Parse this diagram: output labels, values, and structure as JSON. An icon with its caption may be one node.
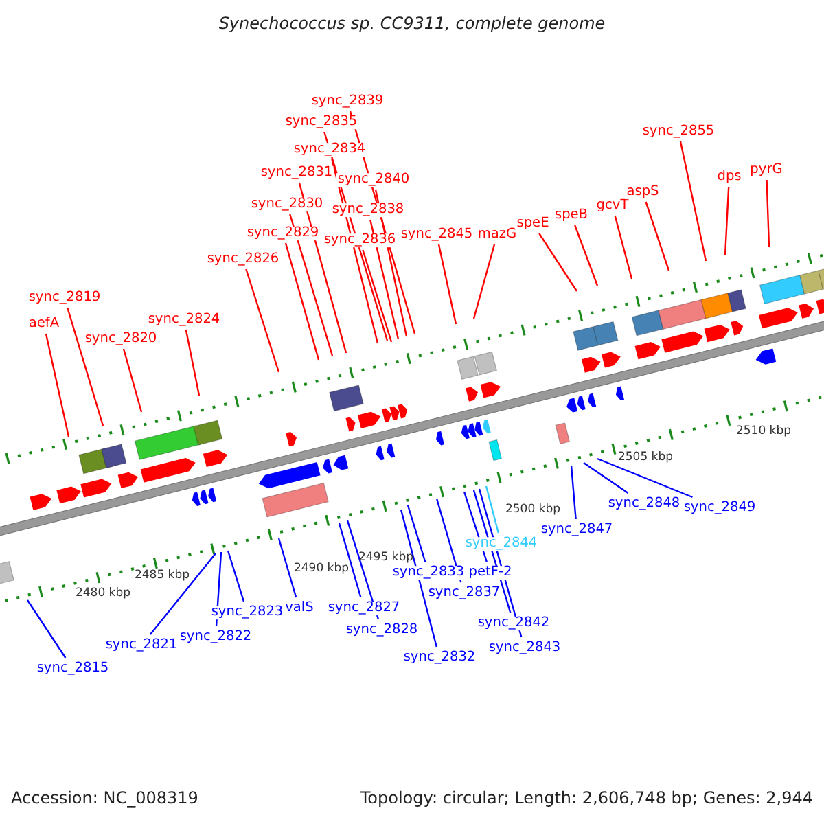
{
  "diagram": {
    "title": "Synechococcus sp. CC9311, complete genome",
    "nodes": [
      {
        "text": [
          "aefA"
        ]
      },
      {
        "text": [
          "sync_2819"
        ]
      },
      {
        "text": [
          "sync_2820"
        ]
      },
      {
        "text": [
          "sync_2824"
        ]
      },
      {
        "text": [
          "sync_2826"
        ]
      },
      {
        "text": [
          "sync_2829"
        ]
      },
      {
        "text": [
          "sync_2830"
        ]
      },
      {
        "text": [
          "sync_2831"
        ]
      },
      {
        "text": [
          "sync_2834"
        ]
      },
      {
        "text": [
          "sync_2835"
        ]
      },
      {
        "text": [
          "sync_2839"
        ]
      },
      {
        "text": [
          "sync_2836"
        ]
      },
      {
        "text": [
          "sync_2838"
        ]
      },
      {
        "text": [
          "sync_2840"
        ]
      },
      {
        "text": [
          "sync_2845"
        ]
      },
      {
        "text": [
          "mazG"
        ]
      },
      {
        "text": [
          "speE"
        ]
      },
      {
        "text": [
          "speB"
        ]
      },
      {
        "text": [
          "gcvT"
        ]
      },
      {
        "text": [
          "aspS"
        ]
      },
      {
        "text": [
          "sync_2855"
        ]
      },
      {
        "text": [
          "dps"
        ]
      },
      {
        "text": [
          "pyrG"
        ]
      },
      {
        "text": [
          "sync_2815"
        ]
      },
      {
        "text": [
          "sync_2821"
        ]
      },
      {
        "text": [
          "sync_2822"
        ]
      },
      {
        "text": [
          "sync_2823"
        ]
      },
      {
        "text": [
          "valS"
        ]
      },
      {
        "text": [
          "sync_2827"
        ]
      },
      {
        "text": [
          "sync_2828"
        ]
      },
      {
        "text": [
          "sync_2833"
        ]
      },
      {
        "text": [
          "sync_2832"
        ]
      },
      {
        "text": [
          "sync_2837"
        ]
      },
      {
        "text": [
          "petF-2"
        ]
      },
      {
        "text": [
          "sync_2844"
        ]
      },
      {
        "text": [
          "sync_2842"
        ]
      },
      {
        "text": [
          "sync_2843"
        ]
      },
      {
        "text": [
          "sync_2847"
        ]
      },
      {
        "text": [
          "sync_2848"
        ]
      },
      {
        "text": [
          "sync_2849"
        ]
      }
    ],
    "edges": [
      {
        "from": 0,
        "to": null,
        "arrow": "none"
      },
      {
        "from": 1,
        "to": null,
        "arrow": "none"
      },
      {
        "from": 2,
        "to": null,
        "arrow": "none"
      },
      {
        "from": 3,
        "to": null,
        "arrow": "none"
      },
      {
        "from": 4,
        "to": null,
        "arrow": "none"
      },
      {
        "from": 5,
        "to": null,
        "arrow": "none"
      },
      {
        "from": 6,
        "to": null,
        "arrow": "none"
      },
      {
        "from": 7,
        "to": null,
        "arrow": "none"
      },
      {
        "from": 8,
        "to": null,
        "arrow": "none"
      },
      {
        "from": 9,
        "to": null,
        "arrow": "none"
      },
      {
        "from": 10,
        "to": null,
        "arrow": "none"
      },
      {
        "from": 11,
        "to": null,
        "arrow": "none"
      },
      {
        "from": 12,
        "to": null,
        "arrow": "none"
      },
      {
        "from": 13,
        "to": null,
        "arrow": "none"
      },
      {
        "from": 14,
        "to": null,
        "arrow": "none"
      },
      {
        "from": 15,
        "to": null,
        "arrow": "none"
      },
      {
        "from": 16,
        "to": null,
        "arrow": "none"
      },
      {
        "from": 17,
        "to": null,
        "arrow": "none"
      },
      {
        "from": 18,
        "to": null,
        "arrow": "none"
      },
      {
        "from": 19,
        "to": null,
        "arrow": "none"
      },
      {
        "from": 20,
        "to": null,
        "arrow": "none"
      },
      {
        "from": 21,
        "to": null,
        "arrow": "none"
      },
      {
        "from": 22,
        "to": null,
        "arrow": "none"
      },
      {
        "from": 23,
        "to": null,
        "arrow": "none",
        "color": "#0000ff"
      },
      {
        "from": 24,
        "to": null,
        "arrow": "none",
        "color": "#0000ff"
      },
      {
        "from": 25,
        "to": null,
        "arrow": "none",
        "color": "#0000ff"
      },
      {
        "from": 26,
        "to": null,
        "arrow": "none",
        "color": "#0000ff"
      },
      {
        "from": 27,
        "to": null,
        "arrow": "none",
        "color": "#0000ff"
      },
      {
        "from": 28,
        "to": null,
        "arrow": "none",
        "color": "#0000ff"
      },
      {
        "from": 29,
        "to": null,
        "arrow": "none",
        "color": "#0000ff"
      },
      {
        "from": 30,
        "to": null,
        "arrow": "none",
        "color": "#0000ff"
      },
      {
        "from": 31,
        "to": null,
        "arrow": "none",
        "color": "#0000ff"
      },
      {
        "from": 32,
        "to": null,
        "arrow": "none",
        "color": "#0000ff"
      },
      {
        "from": 33,
        "to": null,
        "arrow": "none",
        "color": "#0000ff"
      },
      {
        "from": 34,
        "to": null,
        "arrow": "none",
        "color": "#33ccff"
      },
      {
        "from": 35,
        "to": null,
        "arrow": "none",
        "color": "#0000ff"
      },
      {
        "from": 36,
        "to": null,
        "arrow": "none",
        "color": "#0000ff"
      },
      {
        "from": 37,
        "to": null,
        "arrow": "none",
        "color": "#0000ff"
      },
      {
        "from": 38,
        "to": null,
        "arrow": "none",
        "color": "#0000ff"
      },
      {
        "from": 39,
        "to": null,
        "arrow": "none",
        "color": "#0000ff"
      }
    ],
    "labels": [
      "2480 kbp",
      "2485 kbp",
      "2490 kbp",
      "2495 kbp",
      "2500 kbp",
      "2505 kbp",
      "2510 kbp",
      "Accession: NC_008319",
      "Topology: circular; Length: 2,606,748 bp; Genes: 2,944"
    ]
  }
}
